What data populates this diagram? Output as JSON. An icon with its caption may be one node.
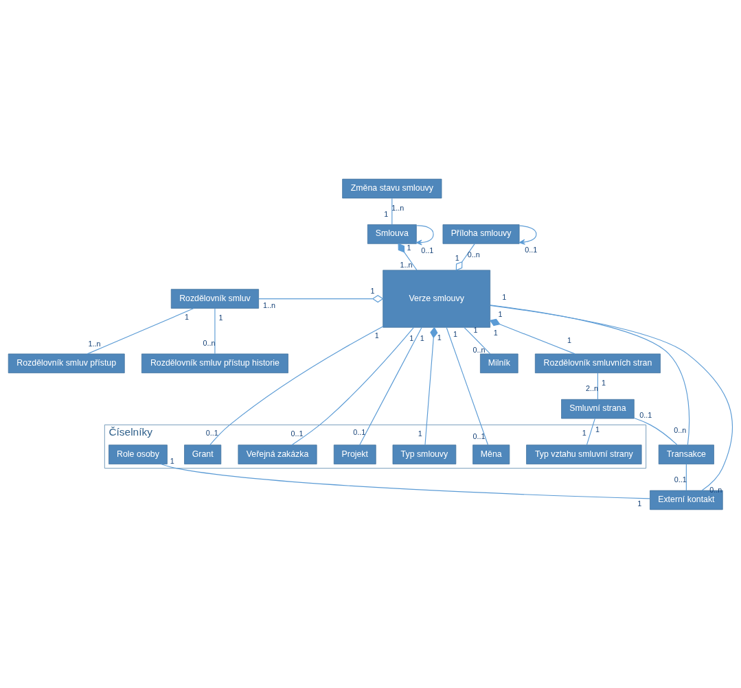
{
  "diagram": {
    "nodes": [
      {
        "text": [
          "Změna stavu smlouvy"
        ]
      },
      {
        "text": [
          "Smlouva"
        ]
      },
      {
        "text": [
          "Číselníky"
        ]
      },
      {
        "text": [
          "Typ smlouvy"
        ],
        "in": 2
      },
      {
        "text": [
          "Příloha smlouvy"
        ]
      },
      {
        "text": [
          "Měna"
        ],
        "in": 2
      },
      {
        "text": [
          "Grant"
        ],
        "in": 2
      },
      {
        "text": [
          "Verze smlouvy"
        ]
      },
      {
        "text": [
          "Veřejná zakázka"
        ],
        "in": 2
      },
      {
        "text": [
          "Rozdělovník smluv"
        ]
      },
      {
        "text": [
          "Projekt"
        ],
        "in": 2
      },
      {
        "text": [
          "Typ vztahu smluvní strany"
        ],
        "in": 2
      },
      {
        "text": [
          "Rozdělovník smluvních stran"
        ]
      },
      {
        "text": [
          "Rozdělovník smluv přístup"
        ]
      },
      {
        "text": [
          "Role osoby"
        ],
        "in": 2
      },
      {
        "text": [
          "Smluvní strana"
        ]
      },
      {
        "text": [
          "Rozdělovník smluv přístup historie"
        ]
      },
      {
        "text": [
          "Externí kontakt"
        ]
      },
      {
        "text": [
          "Milník"
        ]
      },
      {
        "text": [
          "Transakce"
        ]
      }
    ],
    "edges": [
      {
        "from": 1,
        "to": 1,
        "arrow": "to"
      },
      {
        "from": 0,
        "to": 1,
        "arrow": "none"
      },
      {
        "from": 4,
        "to": 4,
        "arrow": "to"
      },
      {
        "from": 1,
        "to": 7,
        "arrow": "other"
      },
      {
        "from": 7,
        "to": 3,
        "arrow": "other"
      },
      {
        "from": 7,
        "to": 5,
        "arrow": "none"
      },
      {
        "from": 7,
        "to": 6,
        "arrow": "none"
      },
      {
        "from": 7,
        "to": 8,
        "arrow": "none"
      },
      {
        "from": 7,
        "to": 10,
        "arrow": "none"
      },
      {
        "from": 4,
        "to": 7,
        "arrow": "other"
      },
      {
        "from": 9,
        "to": 7,
        "arrow": "other"
      },
      {
        "from": 9,
        "to": 13,
        "arrow": "none"
      },
      {
        "from": 9,
        "to": 16,
        "arrow": "none"
      },
      {
        "from": 7,
        "to": 18,
        "arrow": "none"
      },
      {
        "from": 7,
        "to": 19,
        "arrow": "none"
      },
      {
        "from": 7,
        "to": 17,
        "arrow": "none"
      },
      {
        "from": 7,
        "to": 12,
        "arrow": "other"
      },
      {
        "from": 12,
        "to": 15,
        "arrow": "none"
      },
      {
        "from": 15,
        "to": 11,
        "arrow": "none"
      },
      {
        "from": 14,
        "to": 17,
        "arrow": "none"
      },
      {
        "from": 15,
        "to": 19,
        "arrow": "none"
      },
      {
        "from": 19,
        "to": 17,
        "arrow": "none"
      }
    ],
    "labels": [
      "0..1",
      "1..n",
      "1",
      "0..1",
      "1",
      "1..n",
      "1",
      "1",
      "1",
      "0..1",
      "1",
      "0..1",
      "1",
      "0..1",
      "1",
      "0..1",
      "0..n",
      "1",
      "1..n",
      "1",
      "1",
      "1..n",
      "1",
      "0..n",
      "1",
      "0..n",
      "1",
      "0..n",
      "1",
      "0..n",
      "1",
      "1",
      "1",
      "2..n",
      "1",
      "1",
      "1",
      "1",
      "0..1",
      "0..1"
    ]
  }
}
